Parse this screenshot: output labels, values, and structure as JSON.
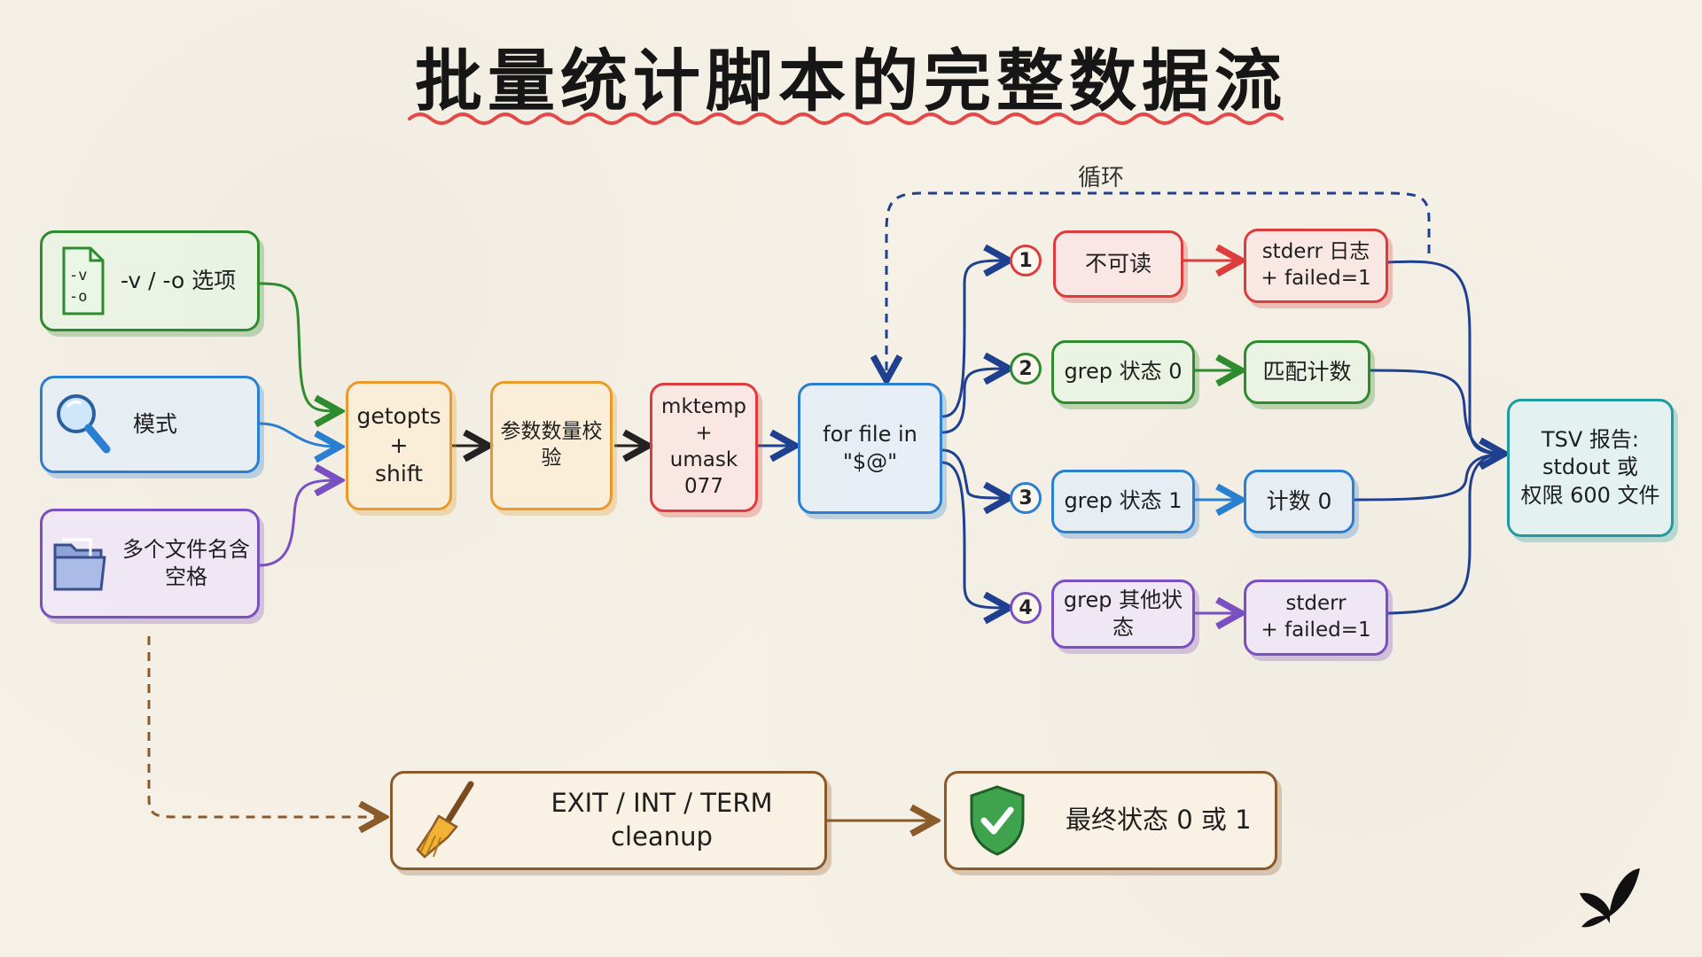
{
  "title": "批量统计脚本的完整数据流",
  "loop_label": "循环",
  "inputs": {
    "options": "-v / -o 选项",
    "options_icon_lines": [
      "-v",
      "-o"
    ],
    "pattern": "模式",
    "files": "多个文件名含空格"
  },
  "pipeline": {
    "getopts": [
      "getopts",
      "+",
      "shift"
    ],
    "validate": "参数数量校验",
    "mktemp": [
      "mktemp",
      "+",
      "umask 077"
    ],
    "loop": "for file in \"$@\""
  },
  "branches": [
    {
      "num": "1",
      "check": "不可读",
      "result": [
        "stderr 日志",
        "+ failed=1"
      ]
    },
    {
      "num": "2",
      "check": "grep 状态 0",
      "result": [
        "匹配计数"
      ]
    },
    {
      "num": "3",
      "check": "grep 状态 1",
      "result": [
        "计数 0"
      ]
    },
    {
      "num": "4",
      "check": "grep 其他状态",
      "result": [
        "stderr",
        "+ failed=1"
      ]
    }
  ],
  "report": [
    "TSV 报告:",
    "stdout 或",
    "权限 600 文件"
  ],
  "cleanup": "EXIT / INT / TERM cleanup",
  "final": "最终状态 0 或 1",
  "icons": {
    "options": "document-icon",
    "pattern": "magnifier-icon",
    "files": "folder-icon",
    "cleanup": "broom-icon",
    "final": "shield-check-icon",
    "logo": "butterfly-icon"
  },
  "colors": {
    "green": "#2e8b2e",
    "blue": "#2a7fd1",
    "purple": "#7a4fc0",
    "orange": "#e89a2c",
    "red": "#dc3c3c",
    "teal": "#1e9aa0",
    "brown": "#8b5a2b",
    "navy": "#1f3f8f"
  }
}
